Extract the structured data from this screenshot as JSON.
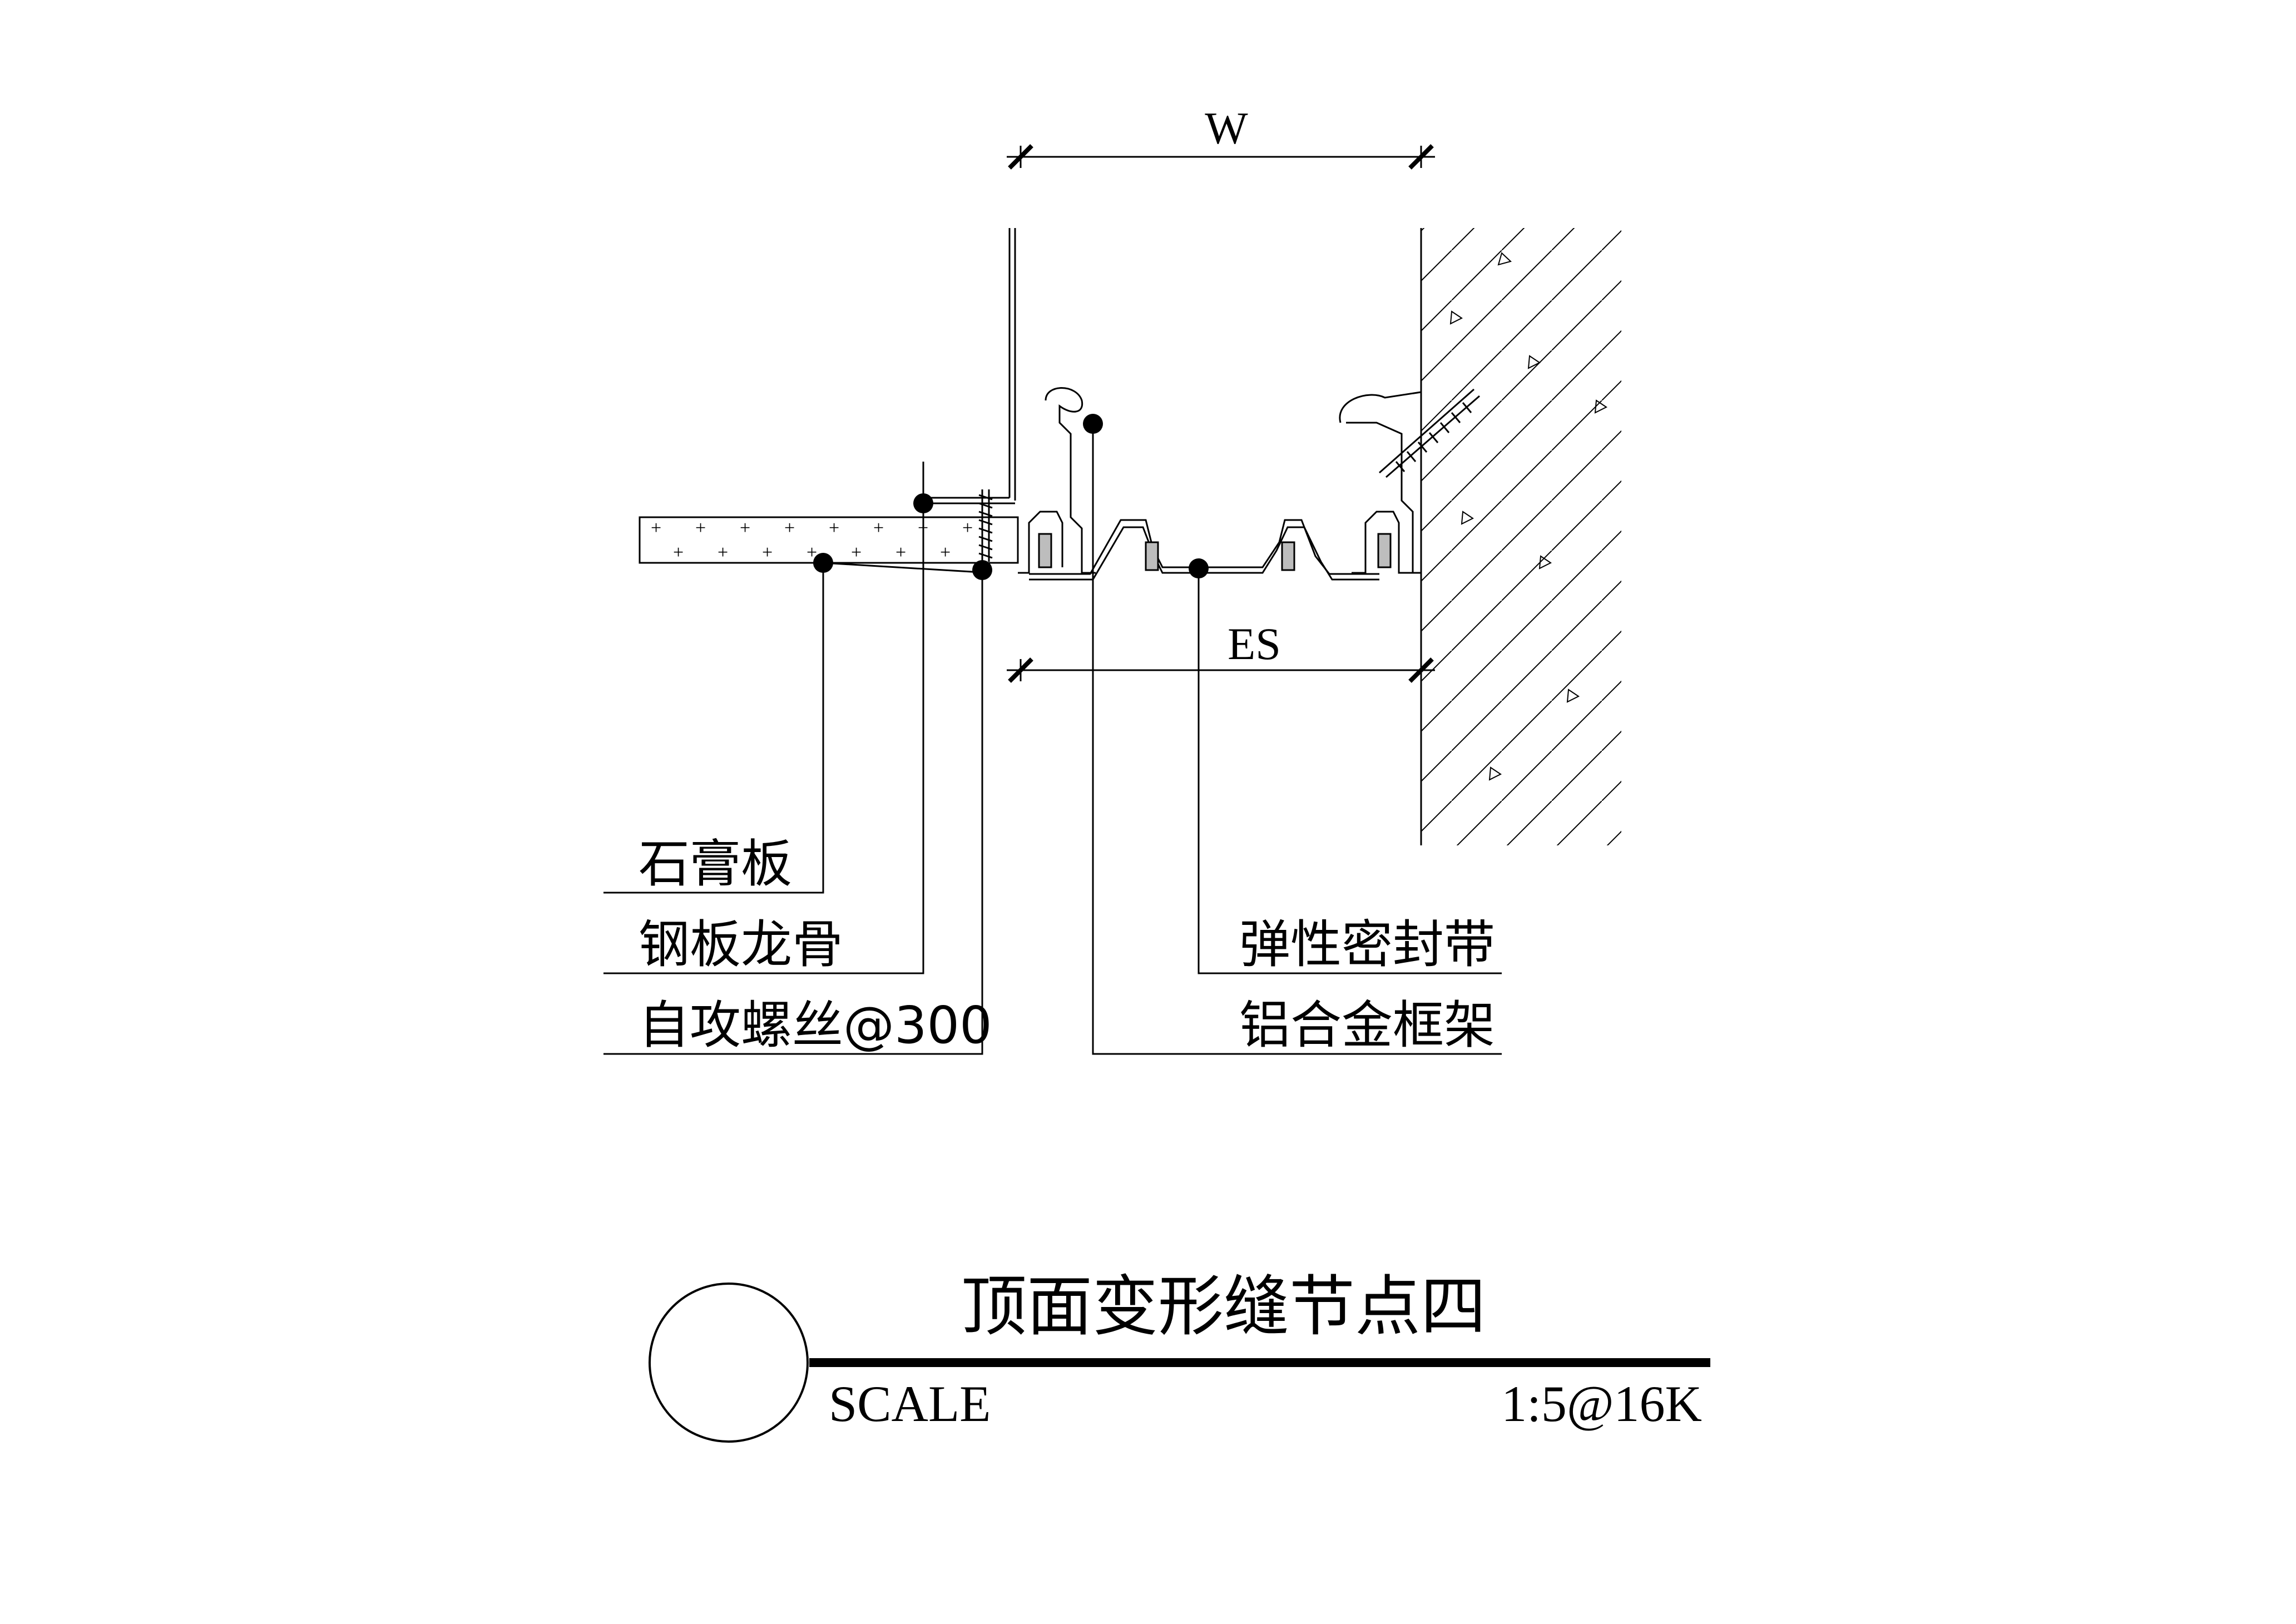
{
  "dimensions": {
    "width_label": "W",
    "joint_label": "ES"
  },
  "callouts_left": [
    {
      "label": "石膏板"
    },
    {
      "label": "钢板龙骨"
    },
    {
      "label": "自攻螺丝@300"
    }
  ],
  "callouts_right": [
    {
      "label": "弹性密封带"
    },
    {
      "label": "铝合金框架"
    }
  ],
  "title_block": {
    "title": "顶面变形缝节点四",
    "scale_label": "SCALE",
    "scale_value": "1:5@16K"
  },
  "colors": {
    "line": "#000000",
    "fill_gray": "#bdbdbd",
    "background": "#ffffff"
  }
}
